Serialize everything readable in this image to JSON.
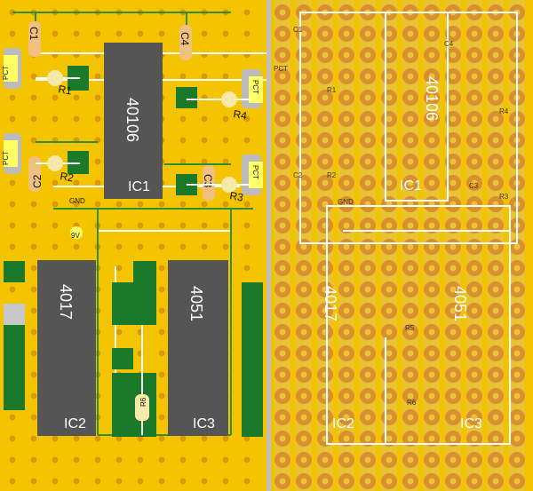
{
  "left_board": {
    "ics": [
      {
        "id": "ic1",
        "part": "40106",
        "ref": "IC1"
      },
      {
        "id": "ic2",
        "part": "4017",
        "ref": "IC2"
      },
      {
        "id": "ic3",
        "part": "4051",
        "ref": "IC3"
      }
    ],
    "resistors": [
      "R1",
      "R2",
      "R3",
      "R4",
      "R6"
    ],
    "capacitors": [
      "C1",
      "C2",
      "C3",
      "C4"
    ],
    "pots": [
      "PCT",
      "PCT",
      "PCT",
      "PCT"
    ],
    "power": {
      "gnd": "GND",
      "v": "9V"
    }
  },
  "right_board": {
    "ics": [
      {
        "part": "40106",
        "ref": "IC1"
      },
      {
        "part": "4017",
        "ref": "IC2"
      },
      {
        "part": "4051",
        "ref": "IC3"
      }
    ],
    "labels": {
      "gnd": "GND",
      "r1": "R1",
      "r2": "R2",
      "r3": "R3",
      "r4": "R4",
      "r5": "R5",
      "r6": "R6",
      "c1": "C1",
      "c2": "C2",
      "c3": "C3",
      "c4": "C4",
      "pct": "PCT"
    }
  },
  "colors": {
    "board": "#f5c400",
    "hole": "#e07b00",
    "ic_body": "#555555",
    "header": "#1a7a2a",
    "strip": "#c8c8c8"
  }
}
